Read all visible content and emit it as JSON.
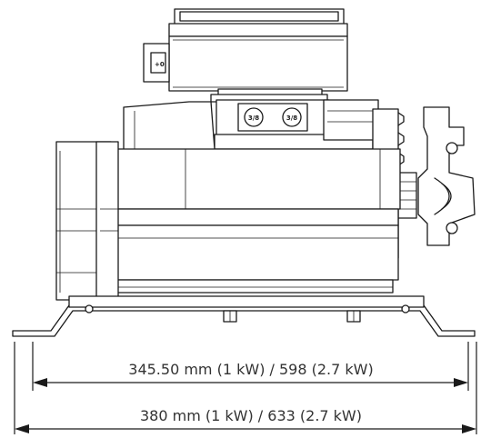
{
  "dimensions": {
    "inner": "345.50 mm (1 kW) / 598 (2.7 kW)",
    "outer": "380 mm (1 kW) / 633 (2.7 kW)"
  },
  "ports": {
    "left_label": "3/8",
    "right_label": "3/8"
  },
  "colors": {
    "line": "#1a1a1a",
    "text": "#333333",
    "background": "#ffffff"
  }
}
